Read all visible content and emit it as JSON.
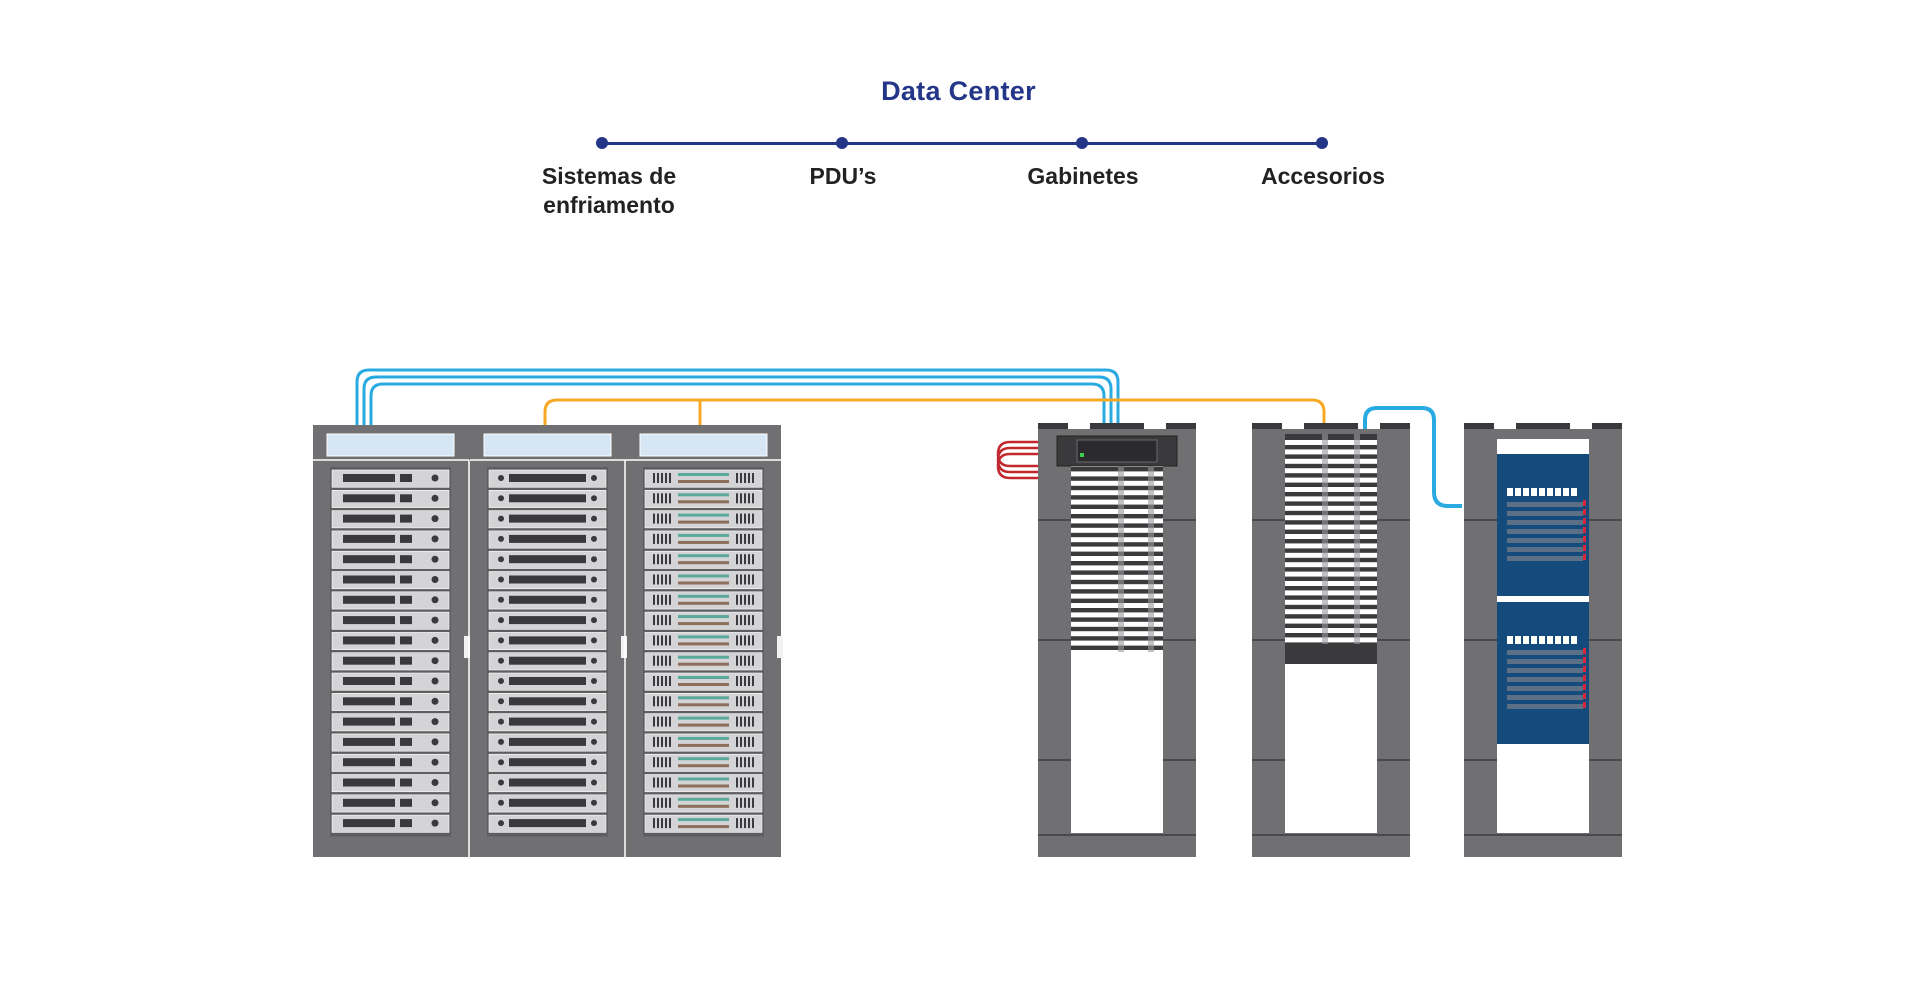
{
  "title": "Data Center",
  "timeline": [
    {
      "label": "Sistemas de enfriamento"
    },
    {
      "label": "PDU’s"
    },
    {
      "label": "Gabinetes"
    },
    {
      "label": "Accesorios"
    }
  ],
  "colors": {
    "accent": "#243688",
    "rack_frame": "#707073",
    "rack_dark": "#3a3a3c",
    "server_face": "#d4d4d6",
    "cable_blue": "#29abe2",
    "cable_orange": "#f7a823",
    "cable_red": "#c1272d",
    "patch_panel": "#144a7c",
    "top_panel": "#d7e6f5",
    "drive_green": "#5aa99a",
    "drive_brown": "#8c6e5a"
  },
  "diagram": {
    "server_cabinets": [
      {
        "name": "cabinet-1",
        "style": "drives"
      },
      {
        "name": "cabinet-2",
        "style": "servers"
      },
      {
        "name": "cabinet-3",
        "style": "storage"
      }
    ],
    "open_racks": [
      {
        "name": "rack-pdu",
        "content": "pdu-shelves"
      },
      {
        "name": "rack-shelves",
        "content": "shelves"
      },
      {
        "name": "rack-patch",
        "content": "patch-panels"
      }
    ]
  }
}
